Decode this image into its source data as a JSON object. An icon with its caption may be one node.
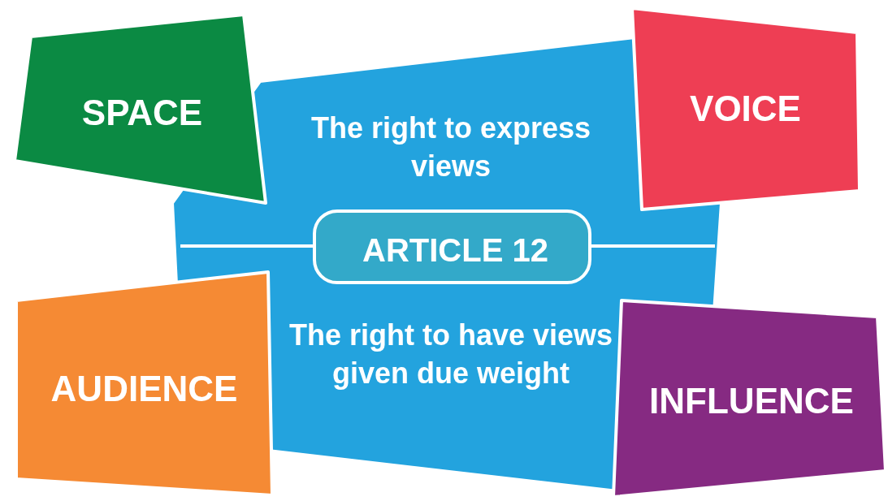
{
  "diagram": {
    "nodes": [
      {
        "text": [
          "SPACE"
        ]
      },
      {
        "text": [
          "VOICE"
        ]
      },
      {
        "text": [
          "The right to express views",
          "The right to have views given due weight"
        ]
      },
      {
        "text": [
          "ARTICLE 12"
        ],
        "in": 2
      },
      {
        "text": [
          "AUDIENCE"
        ]
      },
      {
        "text": [
          "INFLUENCE"
        ]
      }
    ]
  }
}
